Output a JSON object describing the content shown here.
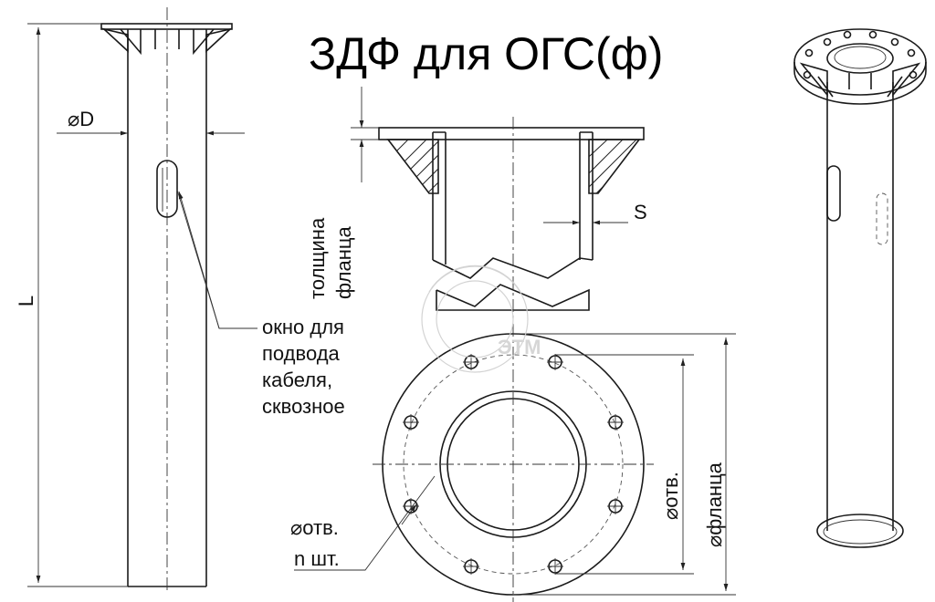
{
  "title": "ЗДФ для ОГС(ф)",
  "labels": {
    "diameter_d": "⌀D",
    "length": "L",
    "window_line1": "окно для",
    "window_line2": "подвода",
    "window_line3": "кабеля,",
    "window_line4": "сквозное",
    "flange_thickness_line1": "толщина",
    "flange_thickness_line2": "фланца",
    "wall_s": "S",
    "hole_diameter": "⌀отв.",
    "hole_count": "n шт.",
    "hole_circle_diameter": "⌀отв.",
    "flange_diameter": "⌀фланца"
  },
  "icons": {
    "watermark": "etm-watermark-logo",
    "watermark_text": "ЭТМ"
  },
  "colors": {
    "line": "#1a1a1a",
    "background": "#ffffff",
    "watermark": "#cfcfcf"
  }
}
